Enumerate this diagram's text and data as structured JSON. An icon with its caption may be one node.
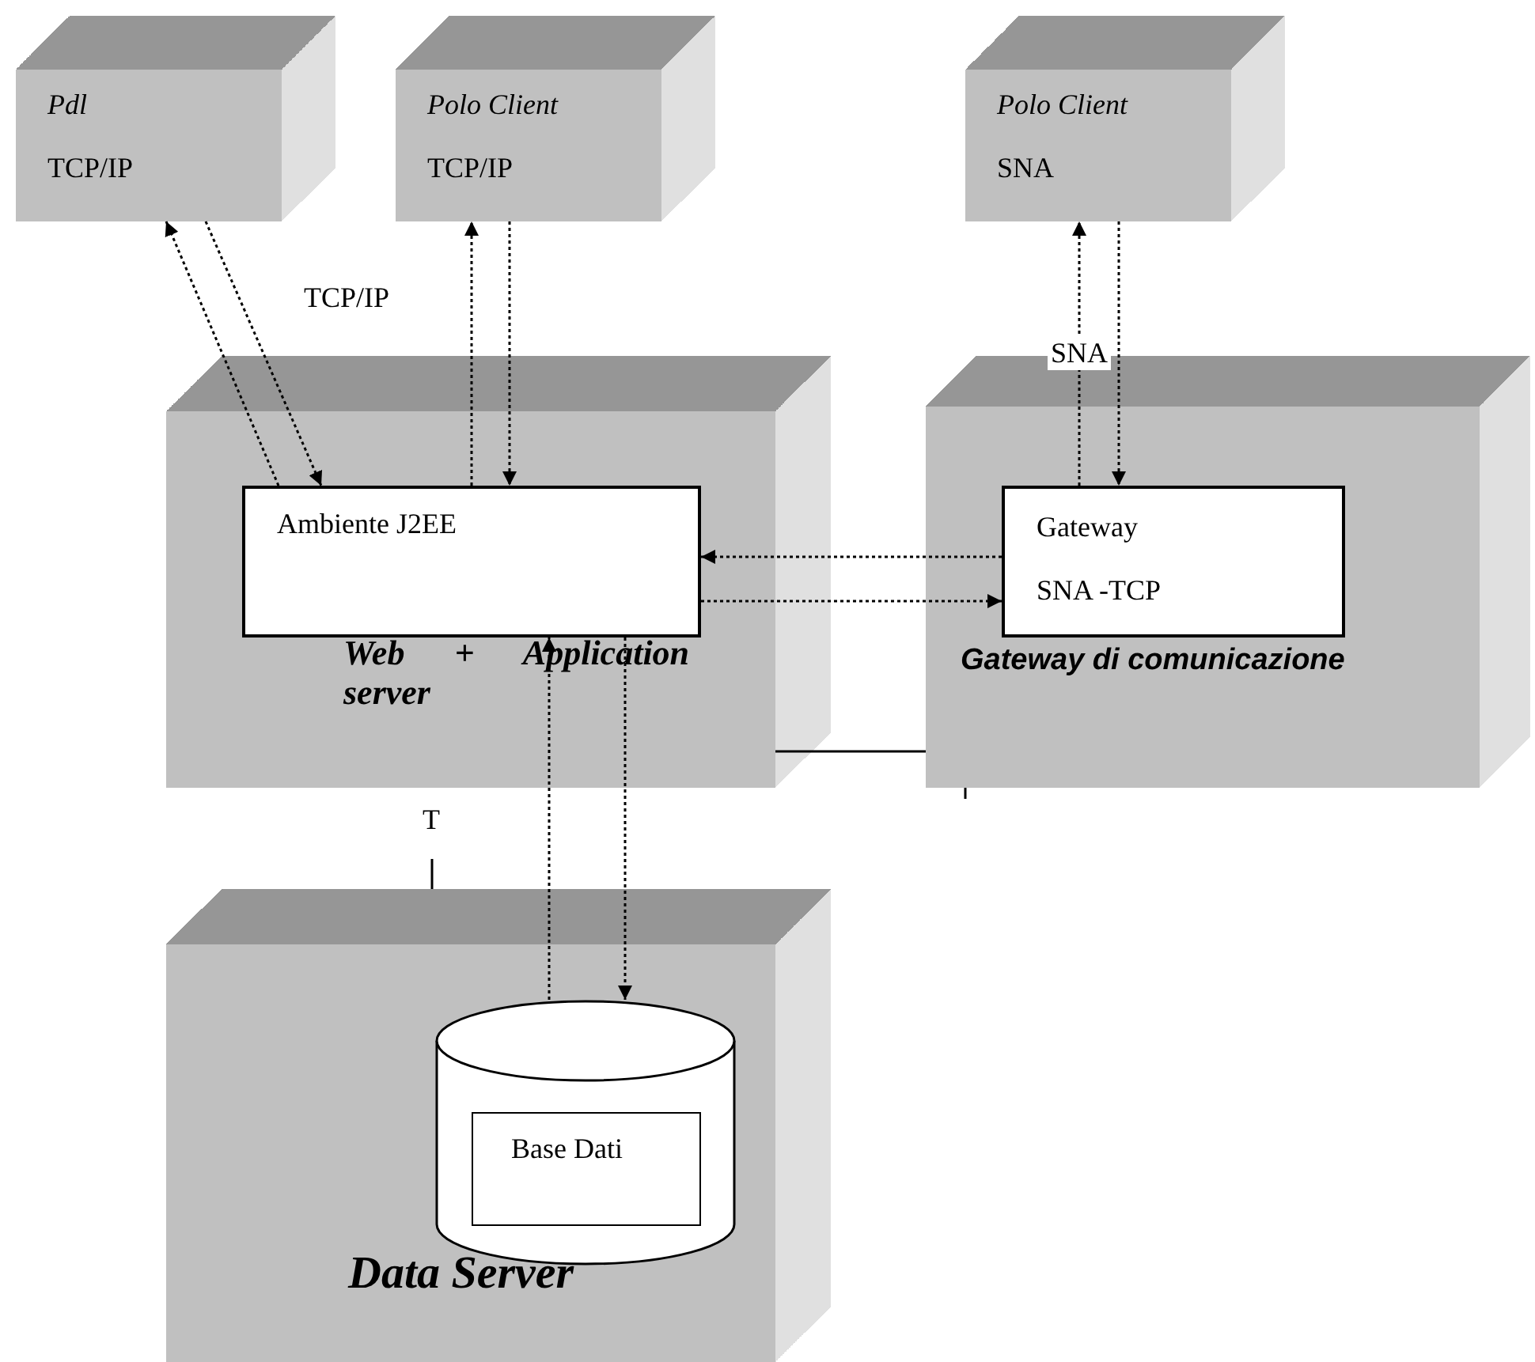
{
  "diagram": {
    "nodes": [
      {
        "text": [
          "Pdl",
          "TCP/IP"
        ]
      },
      {
        "text": [
          "Polo Client",
          "TCP/IP"
        ]
      },
      {
        "text": [
          "Polo Client",
          "SNA"
        ]
      },
      {
        "text": [
          "Web + Application server"
        ]
      },
      {
        "text": [
          "Ambiente J2EE"
        ],
        "in": 3
      },
      {
        "text": [
          "Gateway di comunicazione"
        ]
      },
      {
        "text": [
          "Gateway",
          "SNA -TCP"
        ],
        "in": 5
      },
      {
        "text": [
          "Data Server"
        ]
      },
      {
        "text": [],
        "shape": "cylinder",
        "in": 7
      },
      {
        "text": [
          "Base Dati"
        ],
        "in": 8
      }
    ],
    "edges": [
      {
        "from": 4,
        "to": 0,
        "arrow": "to",
        "style": "dashed"
      },
      {
        "from": 0,
        "to": 4,
        "arrow": "to",
        "style": "dashed"
      },
      {
        "from": 4,
        "to": 1,
        "arrow": "to",
        "style": "dashed"
      },
      {
        "from": 1,
        "to": 4,
        "arrow": "to",
        "style": "dashed"
      },
      {
        "from": 6,
        "to": 2,
        "arrow": "to",
        "style": "dashed",
        "label": "SNA"
      },
      {
        "from": 2,
        "to": 6,
        "arrow": "to",
        "style": "dashed"
      },
      {
        "from": 6,
        "to": 4,
        "arrow": "to",
        "style": "dashed"
      },
      {
        "from": 4,
        "to": 6,
        "arrow": "to",
        "style": "dashed"
      },
      {
        "from": 8,
        "to": 4,
        "arrow": "to",
        "style": "dashed"
      },
      {
        "from": 4,
        "to": 8,
        "arrow": "to",
        "style": "dashed"
      },
      {
        "from": 3,
        "to": 5,
        "arrow": "none"
      }
    ],
    "labels": [
      "TCP/IP",
      "T"
    ]
  }
}
